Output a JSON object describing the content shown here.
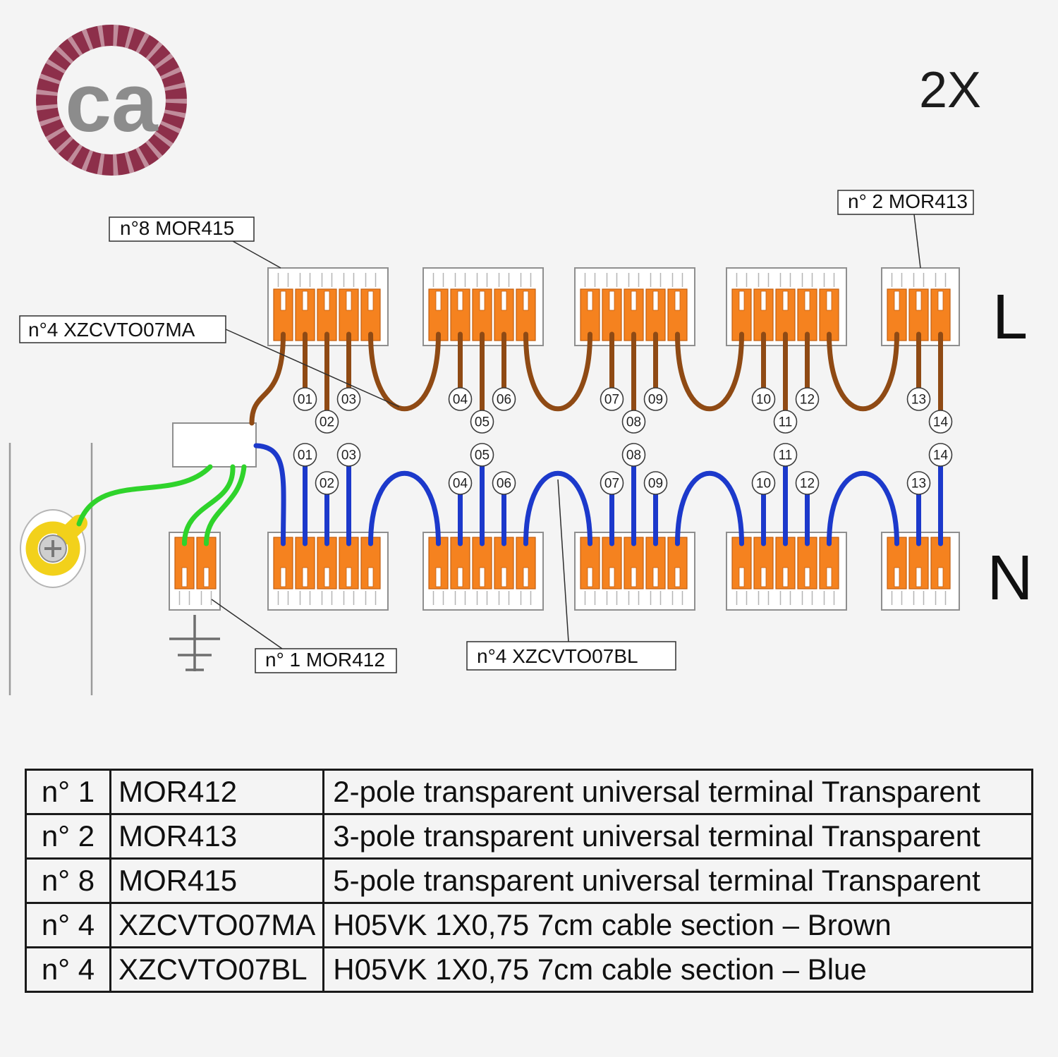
{
  "logo": {
    "text": "ca"
  },
  "header": {
    "quantity": "2X"
  },
  "diagram": {
    "labels": {
      "mor415": "n°8 MOR415",
      "mor413": "n° 2 MOR413",
      "xzcvto07ma": "n°4 XZCVTO07MA",
      "mor412": "n° 1 MOR412",
      "xzcvto07bl": "n°4 XZCVTO07BL",
      "line": "L",
      "neutral": "N"
    },
    "wire_numbers": [
      "01",
      "02",
      "03",
      "04",
      "05",
      "06",
      "07",
      "08",
      "09",
      "10",
      "11",
      "12",
      "13",
      "14"
    ],
    "colors": {
      "terminal_orange": "#F5821F",
      "wire_brown": "#8F4A14",
      "wire_blue": "#1C39CB",
      "wire_green": "#2FD32B",
      "earth_yellow": "#F2D11B",
      "rope_burgundy": "#8D2F4A",
      "logo_gray": "#8C8C8C"
    }
  },
  "table": {
    "rows": [
      {
        "qty": "n° 1",
        "code": "MOR412",
        "desc": "2-pole transparent universal terminal Transparent"
      },
      {
        "qty": "n° 2",
        "code": "MOR413",
        "desc": "3-pole transparent universal terminal Transparent"
      },
      {
        "qty": "n° 8",
        "code": "MOR415",
        "desc": "5-pole transparent universal terminal Transparent"
      },
      {
        "qty": "n° 4",
        "code": "XZCVTO07MA",
        "desc": "H05VK 1X0,75 7cm cable section – Brown"
      },
      {
        "qty": "n° 4",
        "code": "XZCVTO07BL",
        "desc": "H05VK 1X0,75 7cm cable section – Blue"
      }
    ]
  }
}
